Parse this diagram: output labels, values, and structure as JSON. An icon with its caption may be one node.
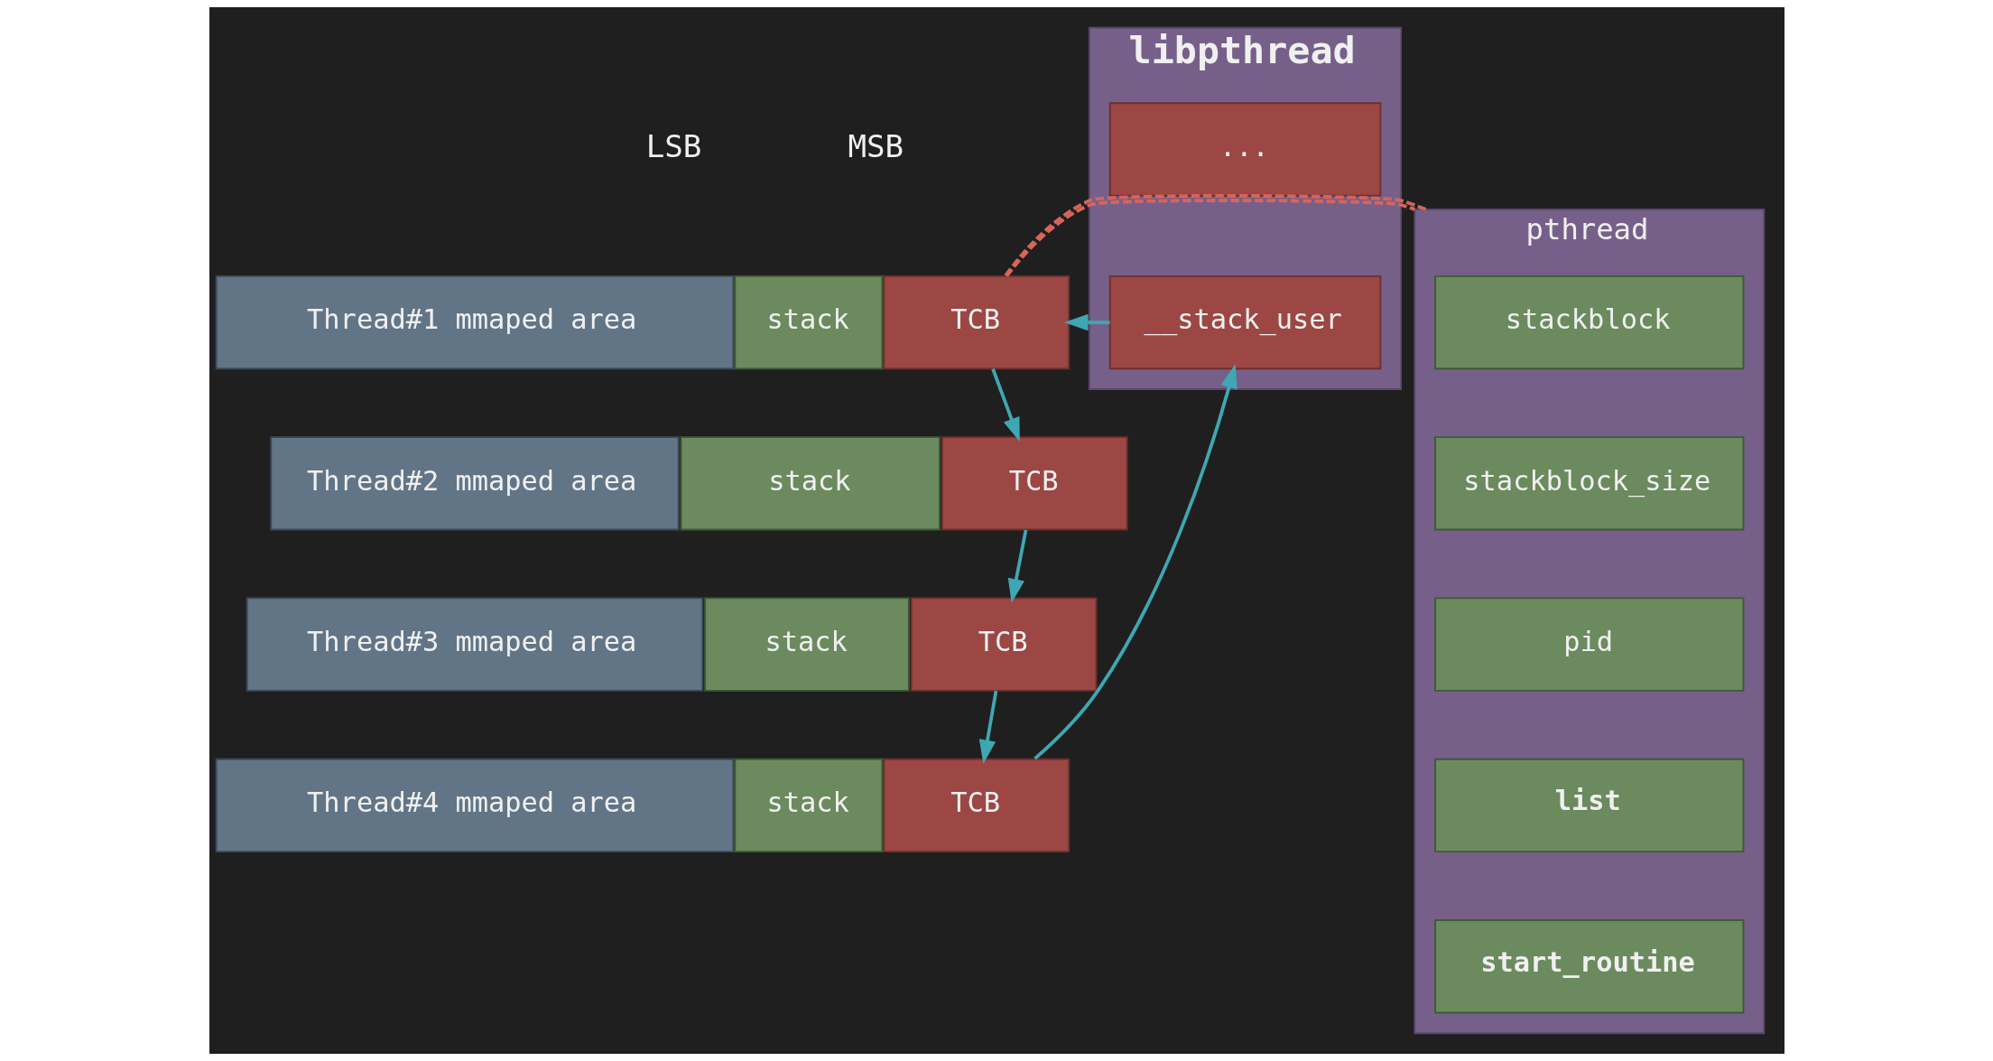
{
  "diagram": {
    "nodes": [
      {
        "text": [
          "libpthread"
        ]
      },
      {
        "text": [
          "__stack_user"
        ],
        "in": 0
      },
      {
        "text": [
          "..."
        ],
        "in": 0
      },
      {
        "text": [
          "Thread#1 mmaped area"
        ]
      },
      {
        "text": [
          "stack"
        ]
      },
      {
        "text": [
          "TCB"
        ]
      },
      {
        "text": [
          "Thread#2 mmaped area"
        ]
      },
      {
        "text": [
          "stack"
        ]
      },
      {
        "text": [
          "TCB"
        ]
      },
      {
        "text": [
          "Thread#3 mmaped area"
        ]
      },
      {
        "text": [
          "stack"
        ]
      },
      {
        "text": [
          "TCB"
        ]
      },
      {
        "text": [
          "Thread#4 mmaped area"
        ]
      },
      {
        "text": [
          "stack"
        ]
      },
      {
        "text": [
          "TCB"
        ]
      },
      {
        "text": [
          "pthread"
        ]
      },
      {
        "text": [
          "stackblock"
        ],
        "in": 15
      },
      {
        "text": [
          "stackblock_size"
        ],
        "in": 15
      },
      {
        "text": [
          "pid"
        ],
        "in": 15
      },
      {
        "text": [
          "**list**"
        ],
        "in": 15
      },
      {
        "text": [
          "**start_routine**"
        ],
        "in": 15
      }
    ],
    "edges": [
      {
        "from": 1,
        "to": 5,
        "arrow": "to"
      },
      {
        "from": 5,
        "to": 8,
        "arrow": "to"
      },
      {
        "from": 8,
        "to": 11,
        "arrow": "to"
      },
      {
        "from": 11,
        "to": 14,
        "arrow": "to"
      },
      {
        "from": 14,
        "to": 1,
        "arrow": "to"
      },
      {
        "from": 5,
        "to": 15,
        "arrow": "none",
        "style": "dashed",
        "color": "#d9645a"
      },
      {
        "from": 5,
        "to": 15,
        "arrow": "none",
        "style": "dashed",
        "color": "#d9645a"
      }
    ],
    "labels": [
      "LSB",
      "MSB"
    ]
  }
}
